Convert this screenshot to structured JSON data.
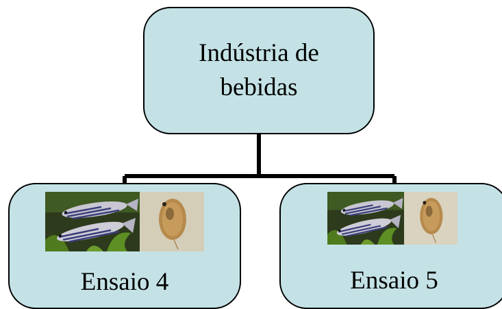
{
  "root": {
    "label": "Indústria de bebidas"
  },
  "children": [
    {
      "label": "Ensaio 4",
      "images": [
        "zebrafish-photo",
        "daphnia-photo"
      ]
    },
    {
      "label": "Ensaio 5",
      "images": [
        "zebrafish-photo",
        "daphnia-photo"
      ]
    }
  ],
  "colors": {
    "node_fill": "#c4e2e6",
    "stroke": "#000000"
  }
}
